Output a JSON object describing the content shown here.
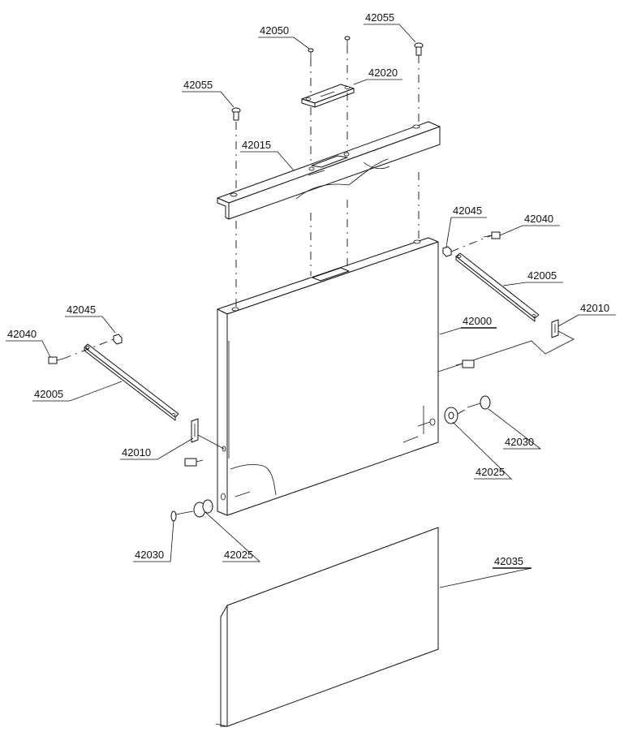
{
  "labels": {
    "l42055a": "42055",
    "l42050": "42050",
    "l42055b": "42055",
    "l42020": "42020",
    "l42015": "42015",
    "l42045r": "42045",
    "l42040r": "42040",
    "l42005r": "42005",
    "l42010r": "42010",
    "l42000": "42000",
    "l42045l": "42045",
    "l42040l": "42040",
    "l42005l": "42005",
    "l42010l": "42010",
    "l42030r": "42030",
    "l42025r": "42025",
    "l42030l": "42030",
    "l42025l": "42025",
    "l42035": "42035"
  }
}
